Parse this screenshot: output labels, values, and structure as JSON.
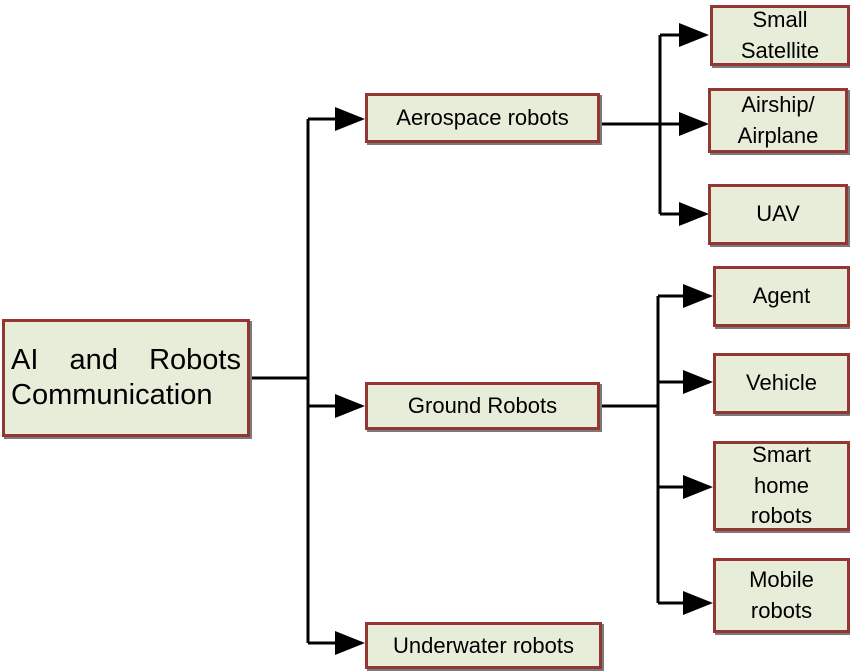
{
  "diagram": {
    "root": {
      "label": "AI and Robots Communication"
    },
    "categories": [
      {
        "label": "Aerospace robots",
        "children": [
          "Small Satellite",
          "Airship/ Airplane",
          "UAV"
        ]
      },
      {
        "label": "Ground Robots",
        "children": [
          "Agent",
          "Vehicle",
          "Smart home robots",
          "Mobile robots"
        ]
      },
      {
        "label": "Underwater robots",
        "children": []
      }
    ],
    "colors": {
      "box_fill": "#e8edd9",
      "box_border": "#943634",
      "connector": "#000000"
    }
  }
}
